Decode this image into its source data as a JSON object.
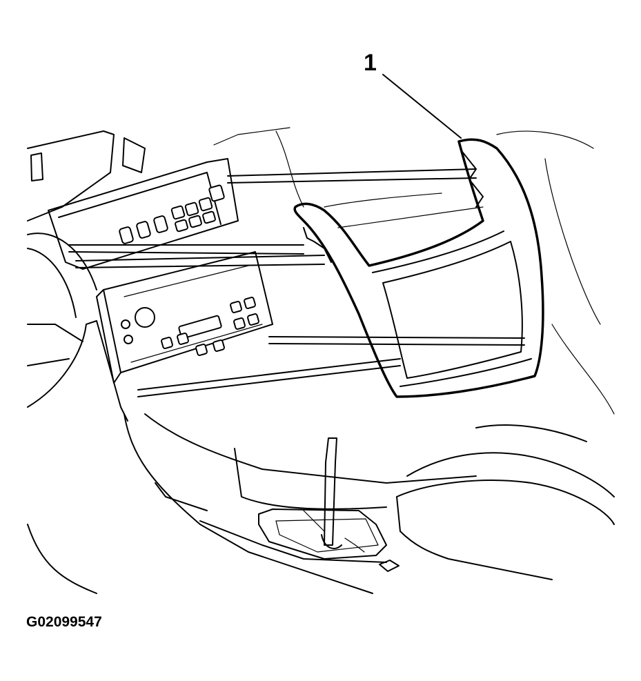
{
  "figure": {
    "callout": "1",
    "figure_id": "G02099547"
  },
  "icons": {
    "trim_plate": "instrument-panel-trim-plate",
    "radio": "radio-head-unit",
    "hvac": "climate-control-head",
    "shifter": "gear-shift-lever"
  }
}
